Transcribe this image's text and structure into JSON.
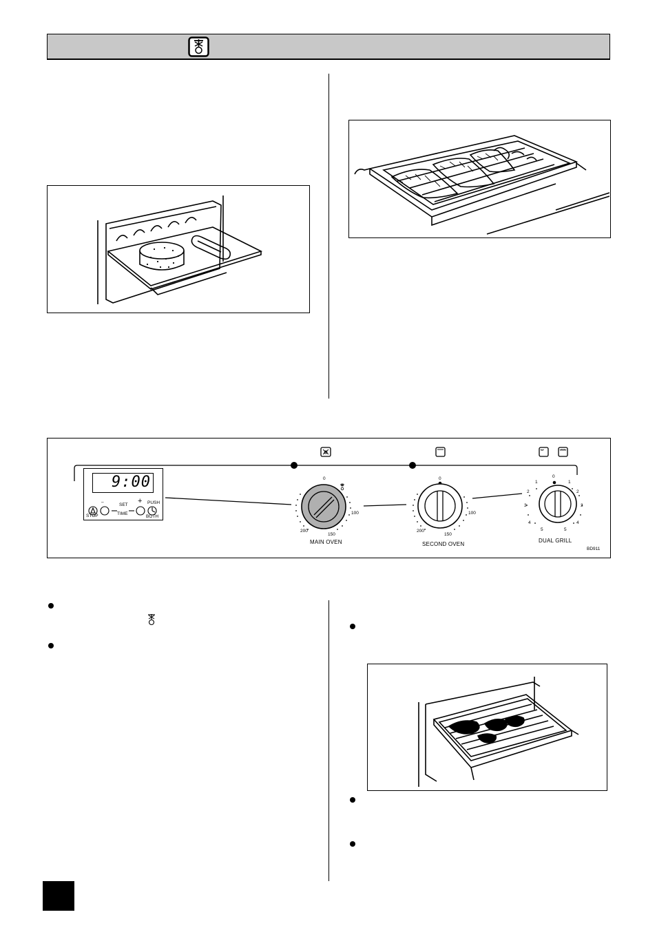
{
  "header": {
    "icon": "oven-grill-icon"
  },
  "control_panel": {
    "clock": {
      "display": "9:00",
      "stop_label": "STOP",
      "minus_label": "–",
      "set_label": "SET",
      "time_label": "TIME",
      "plus_label": "+",
      "push_label": "PUSH",
      "both_label": "BOTH"
    },
    "main_oven": {
      "label": "MAIN OVEN",
      "symbol_icon": "fan-grill-icon",
      "scale": {
        "zero": "0",
        "hundred": "100",
        "one_fifty": "150",
        "two_hundred": "200"
      }
    },
    "second_oven": {
      "label": "SECOND OVEN",
      "symbol_icon": "oven-icon",
      "scale": {
        "zero": "0",
        "hundred": "100",
        "one_fifty": "150",
        "two_hundred": "200"
      }
    },
    "dual_grill": {
      "label": "DUAL GRILL",
      "symbol_icons": [
        "half-grill-icon",
        "full-grill-icon"
      ],
      "scale": {
        "zero": "0",
        "left": [
          "1",
          "2",
          "3",
          "4",
          "5"
        ],
        "right": [
          "1",
          "2",
          "3",
          "4",
          "5"
        ]
      }
    },
    "code": "BD911"
  },
  "colors": {
    "header_bg": "#c8c8c8",
    "main_knob": "#b0b0b0",
    "ink": "#000000"
  }
}
